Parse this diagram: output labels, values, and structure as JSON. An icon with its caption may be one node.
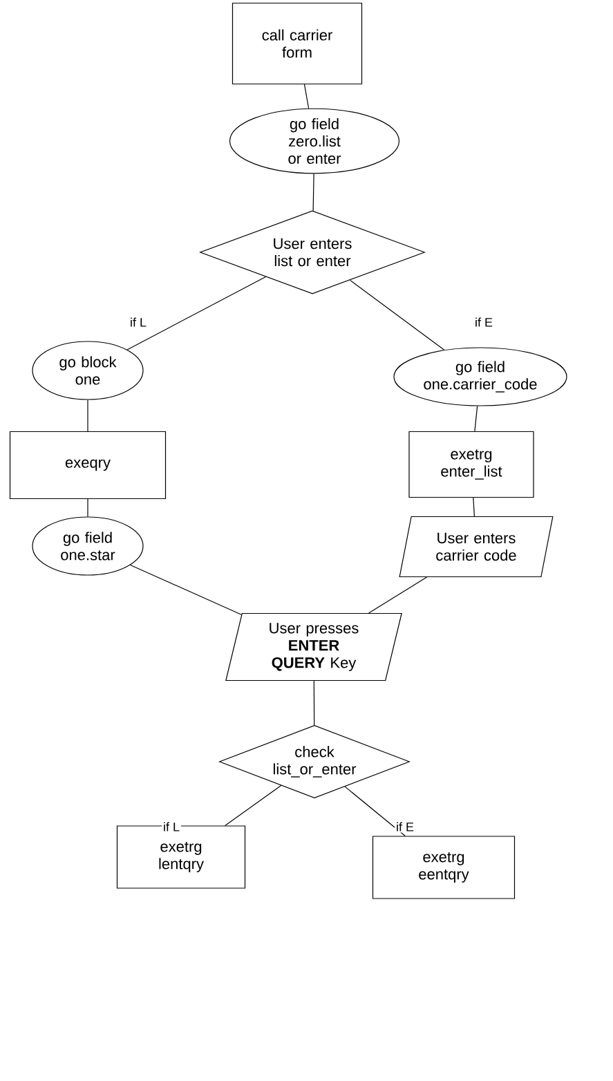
{
  "diagram": {
    "nodes": [
      {
        "text": [
          "call carrier form"
        ]
      },
      {
        "text": [
          "go field zero.list or enter"
        ]
      },
      {
        "text": [
          "User enters list or enter"
        ]
      },
      {
        "text": [
          "go block one"
        ]
      },
      {
        "text": [
          "go field one.carrier_code"
        ]
      },
      {
        "text": [
          "exeqry"
        ]
      },
      {
        "text": [
          "exetrg enter_list"
        ]
      },
      {
        "text": [
          "go field one.star"
        ]
      },
      {
        "text": [
          "User enters carrier code"
        ]
      },
      {
        "text": [
          "User presses **ENTER QUERY** Key"
        ]
      },
      {
        "text": [
          "check list_or_enter"
        ]
      },
      {
        "text": [
          "exetrg lentqry"
        ]
      },
      {
        "text": [
          "exetrg eentqry"
        ]
      }
    ],
    "edges": [
      {
        "from": 0,
        "to": 1,
        "arrow": "none"
      },
      {
        "from": 1,
        "to": 2,
        "arrow": "none"
      },
      {
        "from": 2,
        "to": 3,
        "arrow": "none",
        "label": "if L"
      },
      {
        "from": 2,
        "to": 4,
        "arrow": "none",
        "label": "if E"
      },
      {
        "from": 3,
        "to": 5,
        "arrow": "none"
      },
      {
        "from": 4,
        "to": 6,
        "arrow": "none"
      },
      {
        "from": 5,
        "to": 7,
        "arrow": "none"
      },
      {
        "from": 6,
        "to": 8,
        "arrow": "none"
      },
      {
        "from": 7,
        "to": 9,
        "arrow": "none"
      },
      {
        "from": 8,
        "to": 9,
        "arrow": "none"
      },
      {
        "from": 9,
        "to": 10,
        "arrow": "none"
      },
      {
        "from": 10,
        "to": 11,
        "arrow": "none",
        "label": "if L"
      },
      {
        "from": 10,
        "to": 12,
        "arrow": "none",
        "label": "if E"
      }
    ]
  }
}
